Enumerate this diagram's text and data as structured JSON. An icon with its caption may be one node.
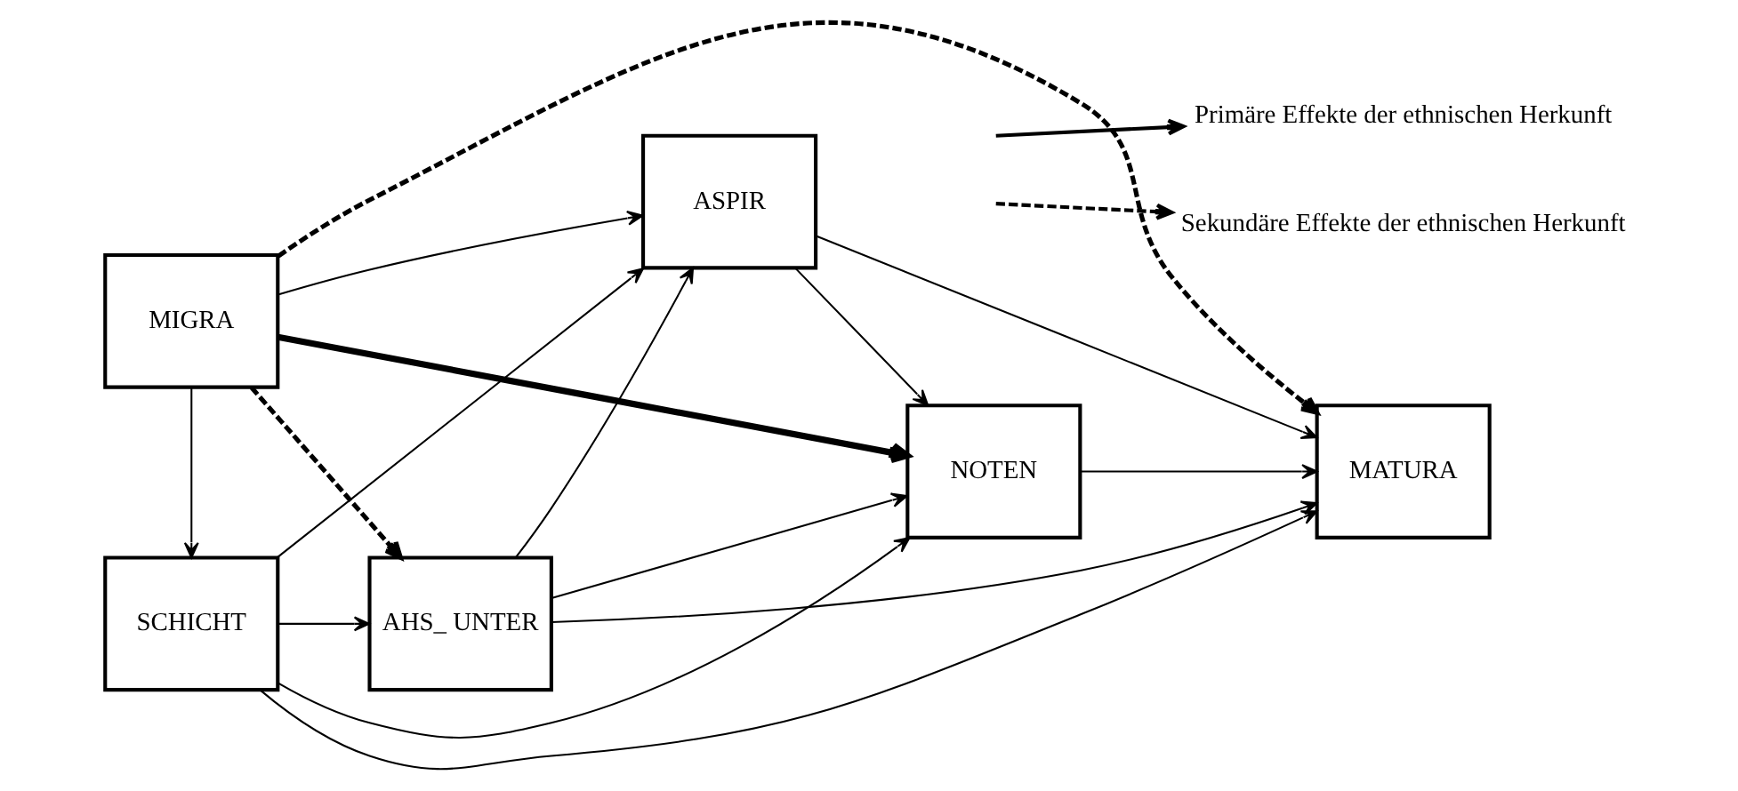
{
  "diagram": {
    "nodes": [
      {
        "text": [
          "MIGRA"
        ]
      },
      {
        "text": [
          "AHS_ UNTER"
        ]
      },
      {
        "text": [
          "ASPIR"
        ]
      },
      {
        "text": [
          "NOTEN"
        ]
      },
      {
        "text": [
          "MATURA"
        ]
      },
      {
        "text": [
          "SCHICHT"
        ]
      }
    ],
    "edges": [
      {
        "from": 0,
        "to": 5,
        "arrow": "to"
      },
      {
        "from": 0,
        "to": 1,
        "arrow": "to",
        "style": "dashed"
      },
      {
        "from": 0,
        "to": 2,
        "arrow": "to"
      },
      {
        "from": 0,
        "to": 3,
        "arrow": "to",
        "style": "thick"
      },
      {
        "from": 0,
        "to": 4,
        "arrow": "to",
        "style": "dashed"
      },
      {
        "from": 1,
        "to": 2,
        "arrow": "to"
      },
      {
        "from": 1,
        "to": 4,
        "arrow": "to"
      },
      {
        "from": 1,
        "to": 3,
        "arrow": "to"
      },
      {
        "from": 2,
        "to": 3,
        "arrow": "to"
      },
      {
        "from": 2,
        "to": 4,
        "arrow": "to"
      },
      {
        "from": 3,
        "to": 4,
        "arrow": "to"
      },
      {
        "from": 5,
        "to": 1,
        "arrow": "to"
      },
      {
        "from": 5,
        "to": 2,
        "arrow": "to"
      },
      {
        "from": 5,
        "to": 3,
        "arrow": "to"
      },
      {
        "from": 5,
        "to": 4,
        "arrow": "to"
      }
    ],
    "legend": [
      {
        "text": "Primäre Effekte der ethnischen Herkunft"
      },
      {
        "text": "Sekundäre Effekte der ethnischen Herkunft"
      }
    ]
  }
}
